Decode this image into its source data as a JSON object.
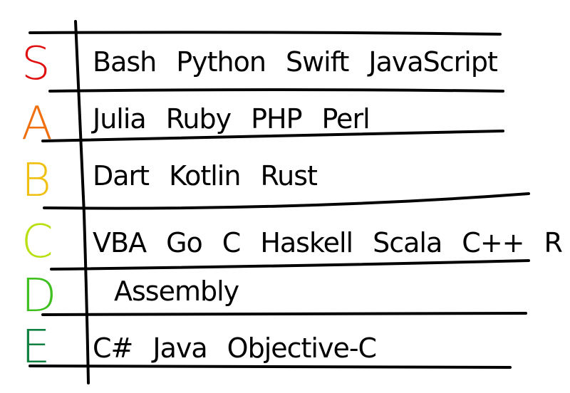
{
  "tiers": [
    {
      "label": "S",
      "color": "#e01010",
      "items": [
        "Bash",
        "Python",
        "Swift",
        "JavaScript"
      ]
    },
    {
      "label": "A",
      "color": "#f07010",
      "items": [
        "Julia",
        "Ruby",
        "PHP",
        "Perl"
      ]
    },
    {
      "label": "B",
      "color": "#f0c010",
      "items": [
        "Dart",
        "Kotlin",
        "Rust"
      ]
    },
    {
      "label": "C",
      "color": "#b8e010",
      "items": [
        "VBA",
        "Go",
        "C",
        "Haskell",
        "Scala",
        "C++",
        "R"
      ]
    },
    {
      "label": "D",
      "color": "#40c020",
      "items": [
        "Assembly"
      ]
    },
    {
      "label": "E",
      "color": "#108040",
      "items": [
        "C#",
        "Java",
        "Objective-C"
      ]
    }
  ]
}
